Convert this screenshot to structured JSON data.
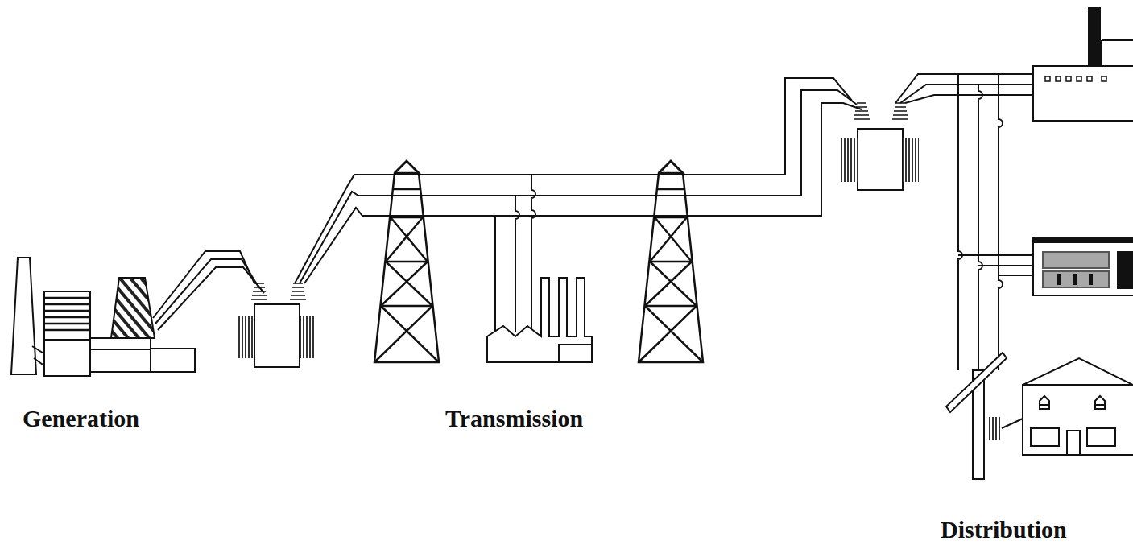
{
  "diagram": {
    "labels": [
      "Generation",
      "Transmission",
      "Distribution"
    ]
  }
}
